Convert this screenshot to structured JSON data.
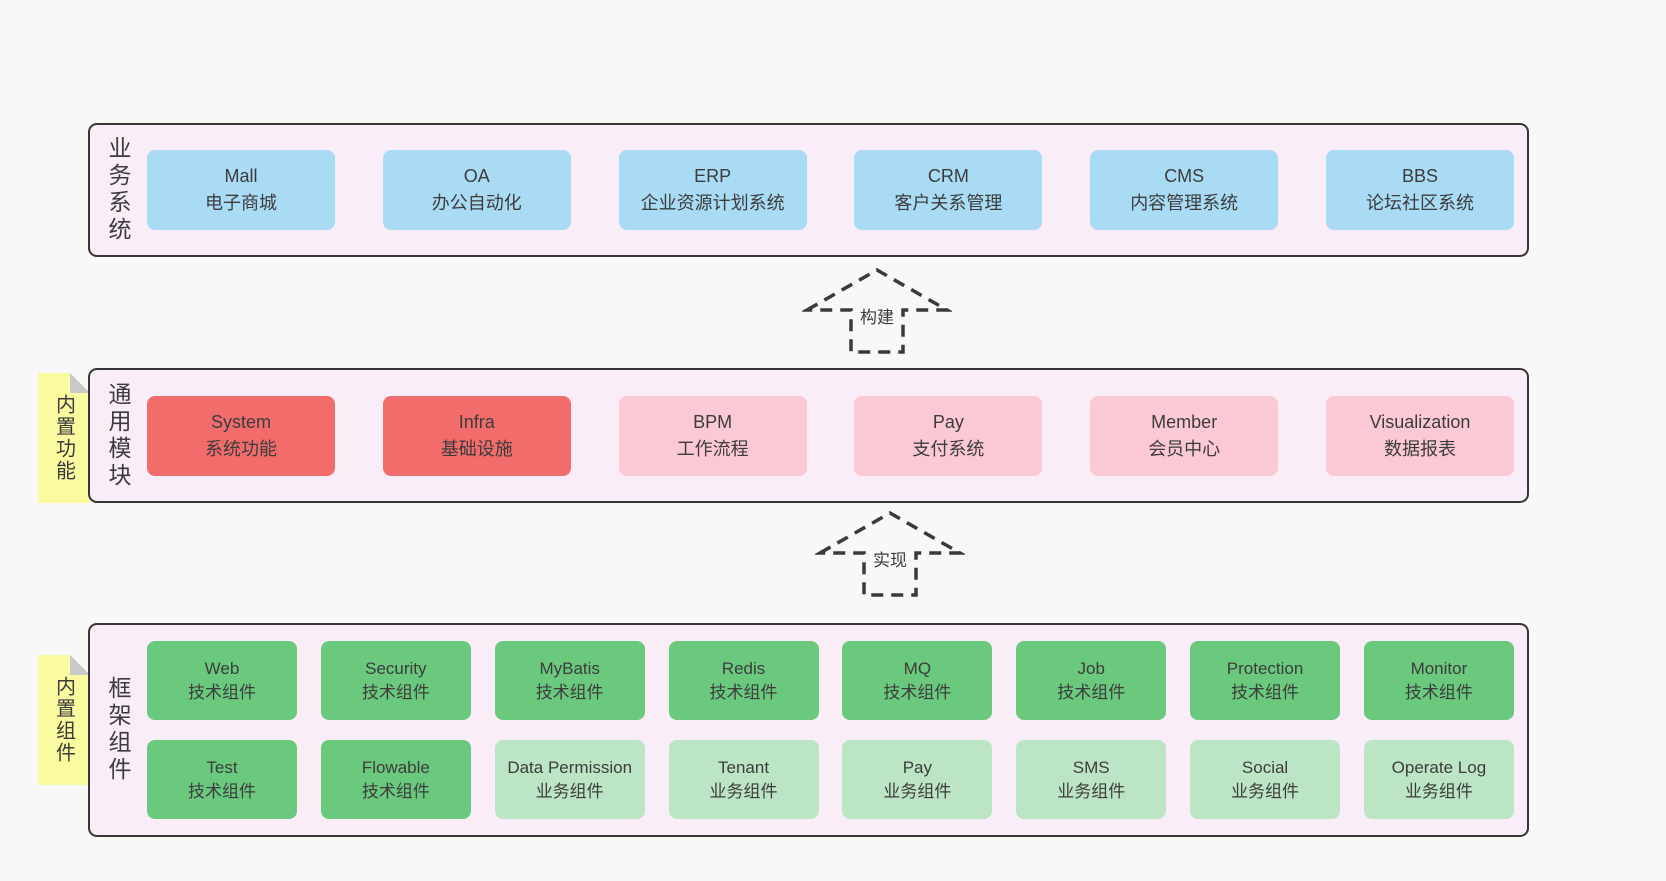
{
  "section_business": {
    "label": "业务系统",
    "boxes": [
      {
        "name": "Mall",
        "desc": "电子商城"
      },
      {
        "name": "OA",
        "desc": "办公自动化"
      },
      {
        "name": "ERP",
        "desc": "企业资源计划系统"
      },
      {
        "name": "CRM",
        "desc": "客户关系管理"
      },
      {
        "name": "CMS",
        "desc": "内容管理系统"
      },
      {
        "name": "BBS",
        "desc": "论坛社区系统"
      }
    ]
  },
  "arrow_build": {
    "label": "构建"
  },
  "section_modules": {
    "label": "通用模块",
    "note": "内置功能",
    "boxes": [
      {
        "name": "System",
        "desc": "系统功能"
      },
      {
        "name": "Infra",
        "desc": "基础设施"
      },
      {
        "name": "BPM",
        "desc": "工作流程"
      },
      {
        "name": "Pay",
        "desc": "支付系统"
      },
      {
        "name": "Member",
        "desc": "会员中心"
      },
      {
        "name": "Visualization",
        "desc": "数据报表"
      }
    ]
  },
  "arrow_implement": {
    "label": "实现"
  },
  "section_components": {
    "label": "框架组件",
    "note": "内置组件",
    "row_top": [
      {
        "name": "Web",
        "desc": "技术组件"
      },
      {
        "name": "Security",
        "desc": "技术组件"
      },
      {
        "name": "MyBatis",
        "desc": "技术组件"
      },
      {
        "name": "Redis",
        "desc": "技术组件"
      },
      {
        "name": "MQ",
        "desc": "技术组件"
      },
      {
        "name": "Job",
        "desc": "技术组件"
      },
      {
        "name": "Protection",
        "desc": "技术组件"
      },
      {
        "name": "Monitor",
        "desc": "技术组件"
      }
    ],
    "row_bottom": [
      {
        "name": "Test",
        "desc": "技术组件"
      },
      {
        "name": "Flowable",
        "desc": "技术组件"
      },
      {
        "name": "Data Permission",
        "desc": "业务组件"
      },
      {
        "name": "Tenant",
        "desc": "业务组件"
      },
      {
        "name": "Pay",
        "desc": "业务组件"
      },
      {
        "name": "SMS",
        "desc": "业务组件"
      },
      {
        "name": "Social",
        "desc": "业务组件"
      },
      {
        "name": "Operate Log",
        "desc": "业务组件"
      }
    ]
  },
  "colors": {
    "page_bg": "#f8f8f8",
    "panel_bg": "#f9edf7",
    "border": "#353535",
    "text": "#3c3c3c",
    "blue": "#a9dbf5",
    "red": "#f36c6c",
    "pink": "#fbc9d4",
    "green": "#6bc97d",
    "light_green": "#bce5c5",
    "yellow_note": "#fafaa0",
    "fold_gray": "#c9c9c9",
    "arrow_stroke": "#3a3a3a"
  }
}
